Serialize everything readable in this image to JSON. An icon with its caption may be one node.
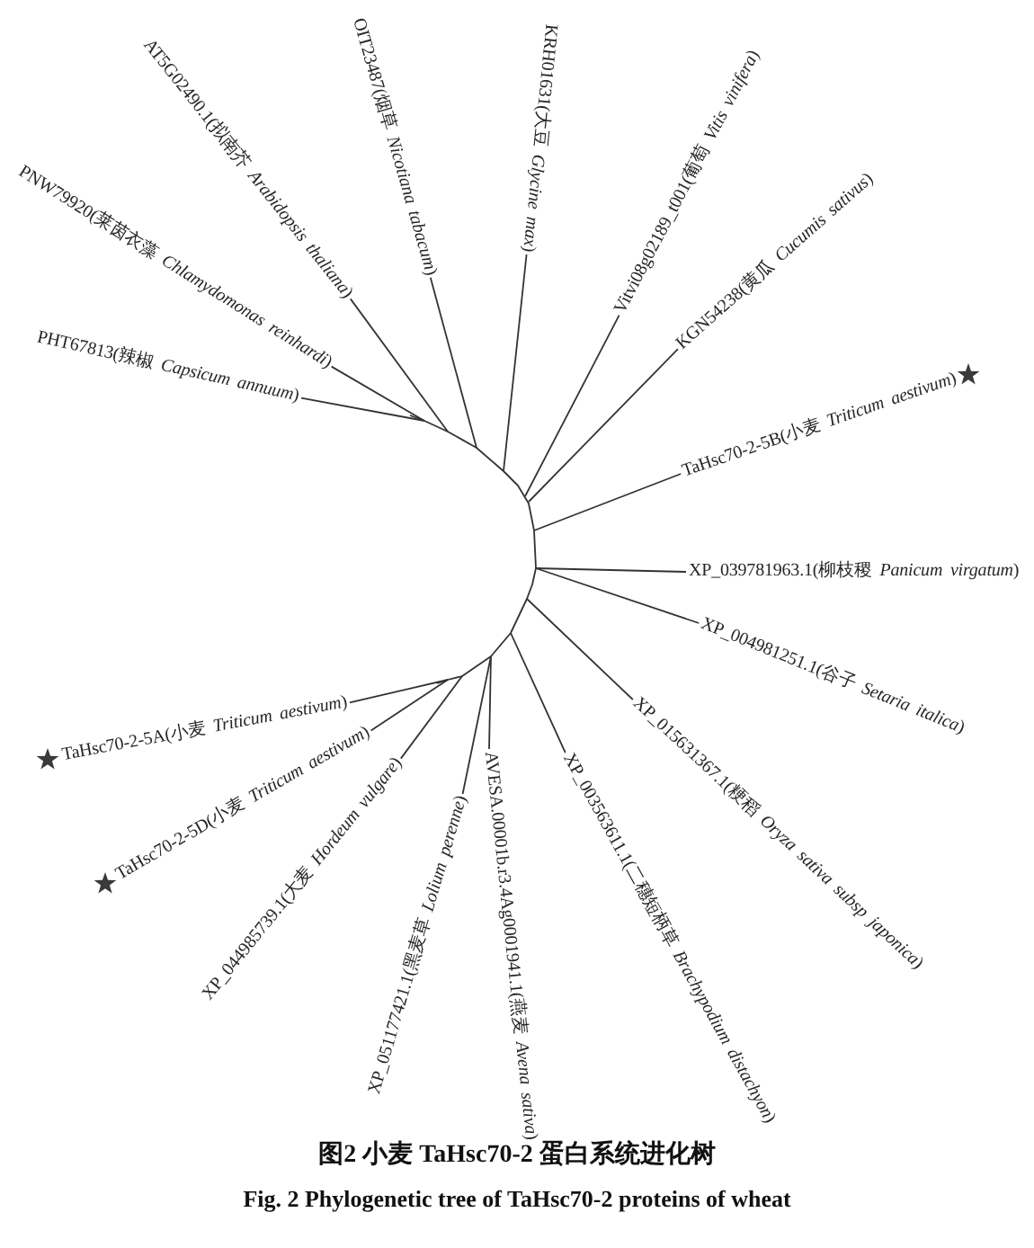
{
  "diagram": {
    "caption": "图2 小麦 TaHsc70-2 蛋白系统进化树",
    "nodes": [
      {
        "text": [
          "PHT67813(辣椒 *Capsicum annuum*)"
        ]
      },
      {
        "text": [
          "PNW79920(莱茵衣藻 *Chlamydomonas reinhardi*)"
        ]
      },
      {
        "text": [
          "AT5G02490.1(拟南芥 *Arabidopsis thaliana*)"
        ]
      },
      {
        "text": [
          "OIT23487(烟草 *Nicotiana tabacum*)"
        ]
      },
      {
        "text": [
          "KRH01631(大豆 *Glycine max*)"
        ]
      },
      {
        "text": [
          "Vitvi08g02189_t001(葡萄 *Vitis vinifera*)"
        ]
      },
      {
        "text": [
          "KGN54238(黄瓜 *Cucumis sativus*)"
        ]
      },
      {
        "text": [
          "TaHsc70-2-5B(小麦 *Triticum aestivum*)"
        ]
      },
      {
        "text": [
          "XP_039781963.1(柳枝稷 *Panicum virgatum*)"
        ]
      },
      {
        "text": [
          "XP_004981251.1(谷子 *Setaria italica*)"
        ]
      },
      {
        "text": [
          "XP_015631367.1(粳稻 *Oryza sativa subsp japonica*)"
        ]
      },
      {
        "text": [
          "XP_003563611.1(二穗短柄草 *Brachypodium distachyon*)"
        ]
      },
      {
        "text": [
          "AVESA.00001b.r3.4Ag0001941.1(燕麦 *Avena sativa*)"
        ]
      },
      {
        "text": [
          "XP_051177421.1(黑麦草 *Lolium perenne*)"
        ]
      },
      {
        "text": [
          "XP_044985739.1(大麦 *Hordeum vulgare*)"
        ]
      },
      {
        "text": [
          "TaHsc70-2-5D(小麦 *Triticum aestivum*)"
        ]
      },
      {
        "text": [
          "TaHsc70-2-5A(小麦 *Triticum aestivum*)"
        ]
      },
      {
        "text": [],
        "shape": "arc"
      }
    ],
    "edges": [
      {
        "from": 17,
        "to": 0,
        "arrow": "none"
      },
      {
        "from": 17,
        "to": 1,
        "arrow": "none"
      },
      {
        "from": 17,
        "to": 2,
        "arrow": "none"
      },
      {
        "from": 17,
        "to": 3,
        "arrow": "none"
      },
      {
        "from": 17,
        "to": 4,
        "arrow": "none"
      },
      {
        "from": 17,
        "to": 5,
        "arrow": "none"
      },
      {
        "from": 17,
        "to": 6,
        "arrow": "none"
      },
      {
        "from": 17,
        "to": 7,
        "arrow": "none"
      },
      {
        "from": 17,
        "to": 8,
        "arrow": "none"
      },
      {
        "from": 17,
        "to": 9,
        "arrow": "none"
      },
      {
        "from": 17,
        "to": 10,
        "arrow": "none"
      },
      {
        "from": 17,
        "to": 11,
        "arrow": "none"
      },
      {
        "from": 17,
        "to": 12,
        "arrow": "none"
      },
      {
        "from": 17,
        "to": 13,
        "arrow": "none"
      },
      {
        "from": 17,
        "to": 14,
        "arrow": "none"
      },
      {
        "from": 17,
        "to": 15,
        "arrow": "none"
      },
      {
        "from": 17,
        "to": 16,
        "arrow": "none"
      }
    ],
    "labels": [
      "Fig. 2 Phylogenetic tree of TaHsc70-2 proteins of wheat"
    ]
  }
}
